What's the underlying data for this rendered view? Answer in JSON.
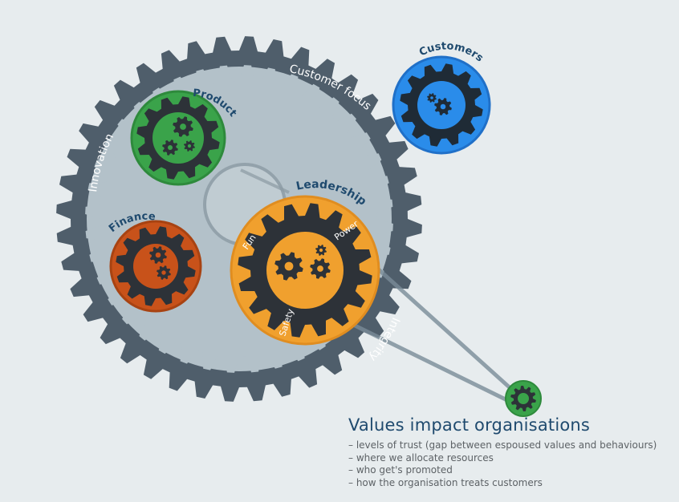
{
  "diagram": {
    "outer_labels": {
      "customer_focus": "Customer focus",
      "innovation": "Innovation",
      "integrity": "Integrity"
    },
    "gears": {
      "product": "Product",
      "customers": "Customers",
      "finance": "Finance",
      "leadership": "Leadership"
    },
    "leadership_labels": {
      "fun": "Fun",
      "power": "Power",
      "safety": "Safety"
    },
    "colors": {
      "background": "#e7ecee",
      "outer_gear": "#4f5e6b",
      "inner_disc": "#b3c1c9",
      "dark_gear": "#2d3238",
      "product": "#3aa34a",
      "customers": "#2a8cea",
      "finance": "#c8521a",
      "leadership": "#f0a02e",
      "title": "#1f4a6e"
    }
  },
  "caption": {
    "title": "Values impact organisations",
    "items": [
      "levels of trust (gap between espoused values and behaviours)",
      "where we allocate resources",
      "who get's promoted",
      "how the organisation treats customers"
    ]
  }
}
